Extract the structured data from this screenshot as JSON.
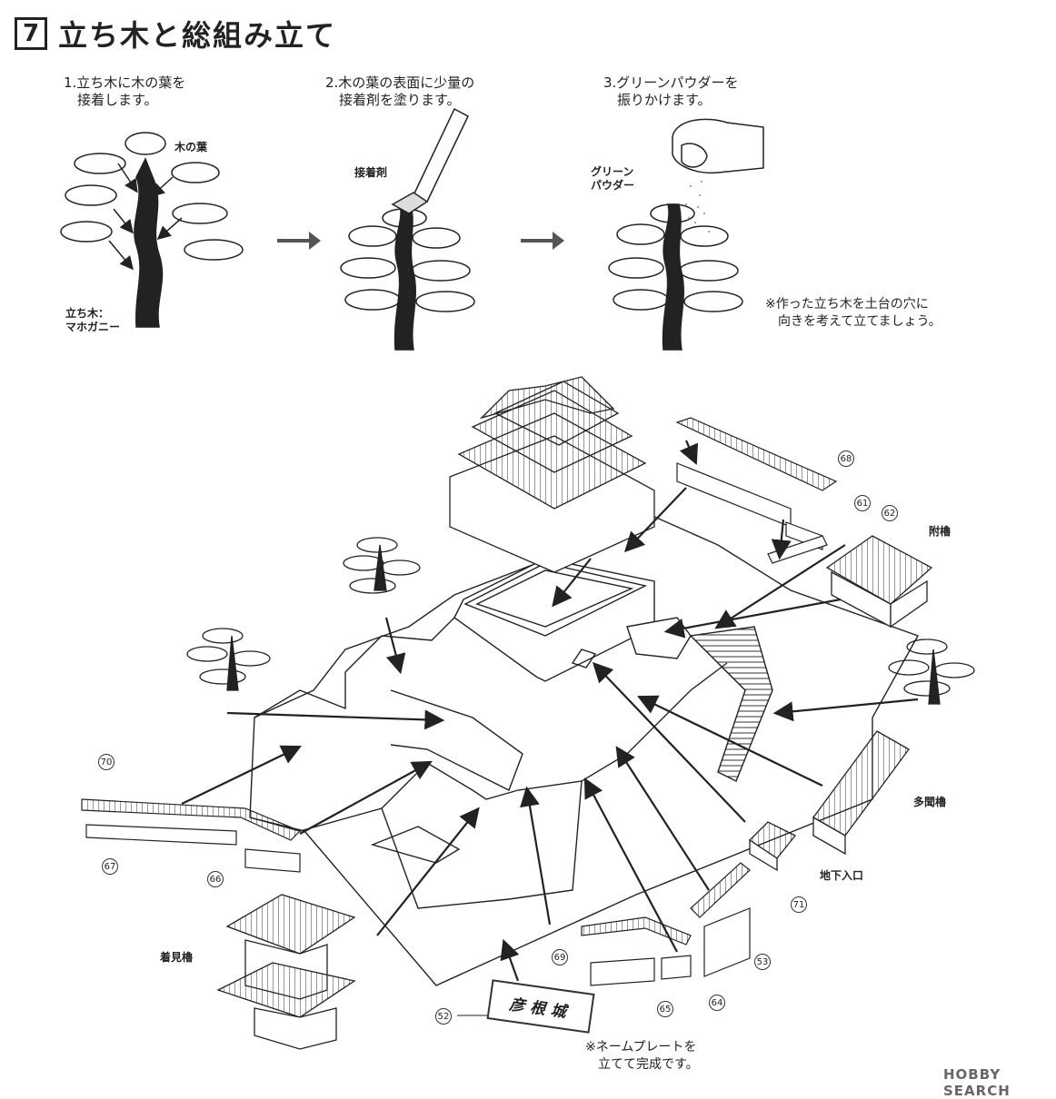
{
  "header": {
    "step_number": "7",
    "title": "立ち木と総組み立て"
  },
  "steps": [
    {
      "text": "1.立ち木に木の葉を\n　接着します。"
    },
    {
      "text": "2.木の葉の表面に少量の\n　接着剤を塗ります。"
    },
    {
      "text": "3.グリーンパウダーを\n　振りかけます。"
    }
  ],
  "tree_labels": {
    "leaves": "木の葉",
    "trunk": "立ち木：\nマホガニー",
    "glue": "接着剤",
    "powder": "グリーン\nパウダー"
  },
  "tree_note": "※作った立ち木を土台の穴に\n　向きを考えて立てましょう。",
  "part_labels": {
    "tsuke_yagura": "附櫓",
    "tamon_yagura": "多聞櫓",
    "chika_iriguchi": "地下入口",
    "kimi_yagura": "着見櫓"
  },
  "part_numbers": [
    "68",
    "61",
    "62",
    "70",
    "67",
    "66",
    "71",
    "53",
    "69",
    "65",
    "64",
    "52"
  ],
  "name_plate": "彦根城",
  "plate_note": "※ネームプレートを\n　立てて完成です。",
  "watermark": "HOBBY SEARCH",
  "colors": {
    "ink": "#222222",
    "arrow": "#555555"
  }
}
